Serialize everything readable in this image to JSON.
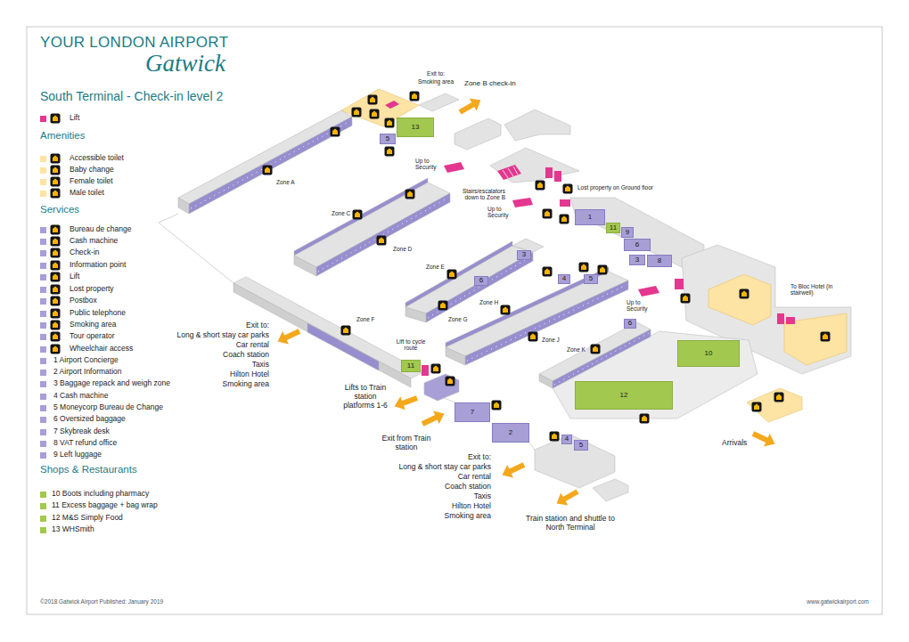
{
  "diagram": {
    "title": "South Terminal - Check-in level 2",
    "nodes": [
      {
        "text": [
          "13"
        ]
      },
      {
        "text": [
          "5"
        ]
      },
      {
        "text": [
          "1"
        ]
      },
      {
        "text": [
          "11"
        ]
      },
      {
        "text": [
          "9"
        ]
      },
      {
        "text": [
          "6"
        ]
      },
      {
        "text": [
          "3"
        ]
      },
      {
        "text": [
          "8"
        ]
      },
      {
        "text": [
          "3"
        ]
      },
      {
        "text": [
          "6"
        ]
      },
      {
        "text": [
          "4"
        ]
      },
      {
        "text": [
          "5"
        ]
      },
      {
        "text": [
          "6"
        ]
      },
      {
        "text": [
          "10"
        ]
      },
      {
        "text": [
          "12"
        ]
      },
      {
        "text": [
          "11"
        ]
      },
      {
        "text": [
          "7"
        ]
      },
      {
        "text": [
          "2"
        ]
      },
      {
        "text": [
          "4"
        ]
      },
      {
        "text": [
          "5"
        ]
      }
    ],
    "labels": [
      "YOUR LONDON AIRPORT",
      "Gatwick",
      "Amenities",
      "Services",
      "Shops & Restaurants",
      "Exit to:",
      "Smoking area",
      "Zone B check-in",
      "Up to Security",
      "Zone A",
      "Stairs/escalators down to Zone B",
      "Lost property on Ground floor",
      "Zone C",
      "Up to Security",
      "Zone D",
      "Zone E",
      "Zone H",
      "Zone G",
      "Up to Security",
      "To Bloc Hotel (in stairwell)",
      "Zone F",
      "Exit to:",
      "Long & short stay car parks",
      "Car rental",
      "Coach station",
      "Taxis",
      "Hilton Hotel",
      "Smoking area",
      "Lift to cycle route",
      "Zone J",
      "Zone K",
      "Lifts to Train station platforms 1-6",
      "Exit from Train station",
      "Arrivals",
      "Exit to:",
      "Long & short stay car parks",
      "Car rental",
      "Coach station",
      "Taxis",
      "Hilton Hotel",
      "Smoking area",
      "Train station and shuttle to North Terminal",
      "©2018 Gatwick Airport Published: January 2019",
      "www.gatwickairport.com"
    ],
    "legend": [
      {
        "text": "Lift",
        "color": "#e4378f"
      },
      {
        "text": "Accessible toilet",
        "color": "#fde3a4"
      },
      {
        "text": "Baby change",
        "color": "#fde3a4"
      },
      {
        "text": "Female toilet",
        "color": "#fde3a4"
      },
      {
        "text": "Male toilet",
        "color": "#fde3a4"
      },
      {
        "text": "Bureau de change",
        "color": "#a79fd6"
      },
      {
        "text": "Cash machine",
        "color": "#a79fd6"
      },
      {
        "text": "Check-in",
        "color": "#a79fd6"
      },
      {
        "text": "Information point",
        "color": "#a79fd6"
      },
      {
        "text": "Lift",
        "color": "#a79fd6"
      },
      {
        "text": "Lost property",
        "color": "#a79fd6"
      },
      {
        "text": "Postbox",
        "color": "#a79fd6"
      },
      {
        "text": "Public telephone",
        "color": "#a79fd6"
      },
      {
        "text": "Smoking area",
        "color": "#a79fd6"
      },
      {
        "text": "Tour operator",
        "color": "#a79fd6"
      },
      {
        "text": "Wheelchair access",
        "color": "#a79fd6"
      },
      {
        "text": "1 Airport Concierge",
        "color": "#a79fd6"
      },
      {
        "text": "2 Airport Information",
        "color": "#a79fd6"
      },
      {
        "text": "3 Baggage repack and weigh zone",
        "color": "#a79fd6"
      },
      {
        "text": "4 Cash machine",
        "color": "#a79fd6"
      },
      {
        "text": "5 Moneycorp Bureau de Change",
        "color": "#a79fd6"
      },
      {
        "text": "6 Oversized baggage",
        "color": "#a79fd6"
      },
      {
        "text": "7 Skybreak desk",
        "color": "#a79fd6"
      },
      {
        "text": "8 VAT refund office",
        "color": "#a79fd6"
      },
      {
        "text": "9 Left luggage",
        "color": "#a79fd6"
      },
      {
        "text": "10 Boots including pharmacy",
        "color": "#a3c84f"
      },
      {
        "text": "11 Excess baggage + bag wrap",
        "color": "#a3c84f"
      },
      {
        "text": "12 M&S Simply Food",
        "color": "#a3c84f"
      },
      {
        "text": "13 WHSmith",
        "color": "#a3c84f"
      }
    ]
  }
}
